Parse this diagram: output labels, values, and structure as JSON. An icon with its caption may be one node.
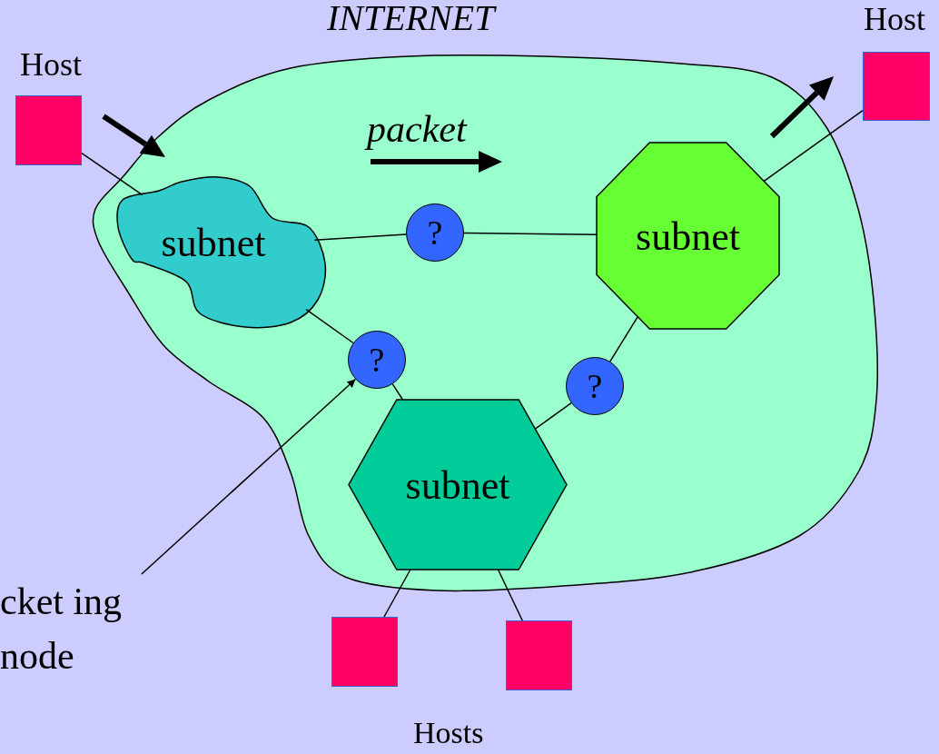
{
  "diagram": {
    "title": "INTERNET",
    "nodes": [
      {
        "text": [],
        "shape": "cloud"
      },
      {
        "text": [
          "Host"
        ]
      },
      {
        "text": [
          "Host"
        ]
      },
      {
        "text": [
          "subnet"
        ],
        "in": 0
      },
      {
        "text": [
          "?"
        ],
        "in": 0
      },
      {
        "text": [
          "subnet"
        ],
        "in": 0
      },
      {
        "text": [
          "?"
        ],
        "in": 0
      },
      {
        "text": [
          "?"
        ],
        "in": 0
      },
      {
        "text": [
          "subnet"
        ],
        "in": 0
      },
      {
        "text": [],
        "shape": "box"
      },
      {
        "text": [],
        "shape": "box"
      },
      {
        "text": [
          "cket ing node"
        ]
      }
    ],
    "edges": [
      {
        "from": 1,
        "to": 3,
        "arrow": "none"
      },
      {
        "from": 3,
        "to": 4,
        "arrow": "none"
      },
      {
        "from": 4,
        "to": 5,
        "arrow": "none"
      },
      {
        "from": 5,
        "to": 2,
        "arrow": "none"
      },
      {
        "from": 3,
        "to": 6,
        "arrow": "none"
      },
      {
        "from": 6,
        "to": 8,
        "arrow": "none"
      },
      {
        "from": 8,
        "to": 7,
        "arrow": "none"
      },
      {
        "from": 7,
        "to": 5,
        "arrow": "none"
      },
      {
        "from": 8,
        "to": 9,
        "arrow": "none"
      },
      {
        "from": 8,
        "to": 10,
        "arrow": "none"
      },
      {
        "from": 11,
        "to": 6,
        "arrow": "to"
      }
    ],
    "labels": [
      "packet",
      "Hosts"
    ]
  }
}
